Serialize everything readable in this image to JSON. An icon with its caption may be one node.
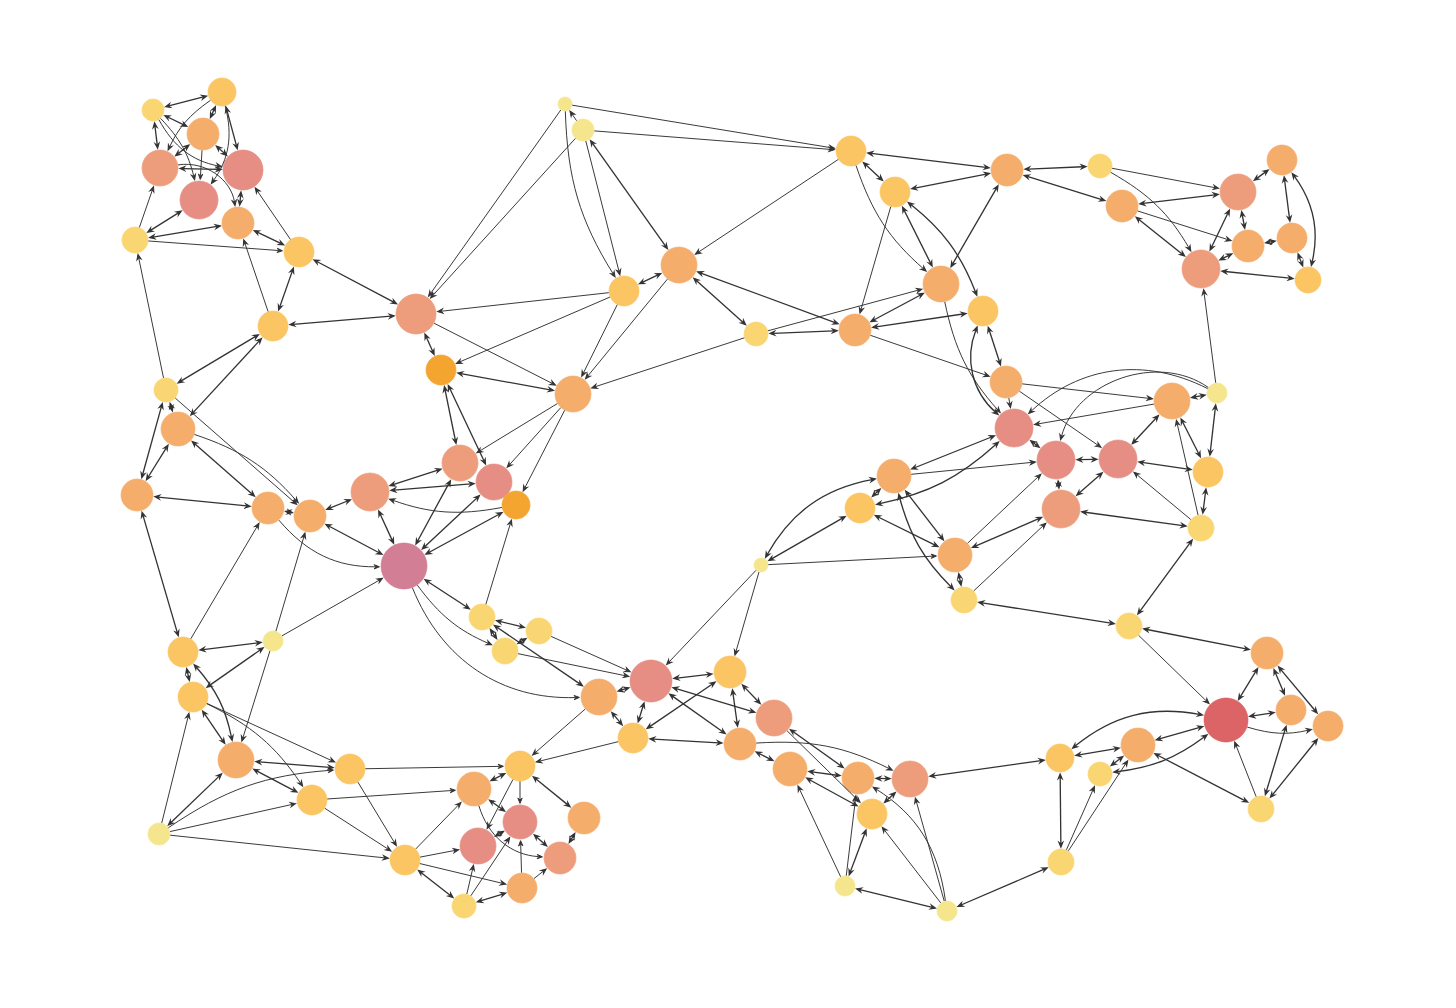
{
  "diagram": {
    "nodes": [
      {
        "text": [],
        "shape": "circle"
      },
      {
        "text": [],
        "shape": "circle"
      },
      {
        "text": [],
        "shape": "circle"
      },
      {
        "text": [],
        "shape": "circle"
      },
      {
        "text": [],
        "shape": "circle"
      },
      {
        "text": [],
        "shape": "circle"
      },
      {
        "text": [],
        "shape": "circle"
      },
      {
        "text": [],
        "shape": "circle"
      },
      {
        "text": [],
        "shape": "circle"
      },
      {
        "text": [],
        "shape": "circle"
      },
      {
        "text": [],
        "shape": "circle"
      },
      {
        "text": [],
        "shape": "circle"
      },
      {
        "text": [],
        "shape": "circle"
      },
      {
        "text": [],
        "shape": "circle"
      },
      {
        "text": [],
        "shape": "circle"
      },
      {
        "text": [],
        "shape": "circle"
      },
      {
        "text": [],
        "shape": "circle"
      },
      {
        "text": [],
        "shape": "circle"
      },
      {
        "text": [],
        "shape": "circle"
      },
      {
        "text": [],
        "shape": "circle"
      },
      {
        "text": [],
        "shape": "circle"
      },
      {
        "text": [],
        "shape": "circle"
      },
      {
        "text": [],
        "shape": "circle"
      },
      {
        "text": [],
        "shape": "circle"
      },
      {
        "text": [],
        "shape": "circle"
      },
      {
        "text": [],
        "shape": "circle"
      },
      {
        "text": [],
        "shape": "circle"
      },
      {
        "text": [],
        "shape": "circle"
      },
      {
        "text": [],
        "shape": "circle"
      },
      {
        "text": [],
        "shape": "circle"
      },
      {
        "text": [],
        "shape": "circle"
      },
      {
        "text": [],
        "shape": "circle"
      },
      {
        "text": [],
        "shape": "circle"
      },
      {
        "text": [],
        "shape": "circle"
      },
      {
        "text": [],
        "shape": "circle"
      },
      {
        "text": [],
        "shape": "circle"
      },
      {
        "text": [],
        "shape": "circle"
      },
      {
        "text": [],
        "shape": "circle"
      },
      {
        "text": [],
        "shape": "circle"
      },
      {
        "text": [],
        "shape": "circle"
      },
      {
        "text": [],
        "shape": "circle"
      },
      {
        "text": [],
        "shape": "circle"
      },
      {
        "text": [],
        "shape": "circle"
      },
      {
        "text": [],
        "shape": "circle"
      },
      {
        "text": [],
        "shape": "circle"
      },
      {
        "text": [],
        "shape": "circle"
      },
      {
        "text": [],
        "shape": "circle"
      },
      {
        "text": [],
        "shape": "circle"
      },
      {
        "text": [],
        "shape": "circle"
      },
      {
        "text": [],
        "shape": "circle"
      },
      {
        "text": [],
        "shape": "circle"
      },
      {
        "text": [],
        "shape": "circle"
      },
      {
        "text": [],
        "shape": "circle"
      },
      {
        "text": [],
        "shape": "circle"
      },
      {
        "text": [],
        "shape": "circle"
      },
      {
        "text": [],
        "shape": "circle"
      },
      {
        "text": [],
        "shape": "circle"
      },
      {
        "text": [],
        "shape": "circle"
      },
      {
        "text": [],
        "shape": "circle"
      },
      {
        "text": [],
        "shape": "circle"
      },
      {
        "text": [],
        "shape": "circle"
      },
      {
        "text": [],
        "shape": "circle"
      },
      {
        "text": [],
        "shape": "circle"
      },
      {
        "text": [],
        "shape": "circle"
      },
      {
        "text": [],
        "shape": "circle"
      },
      {
        "text": [],
        "shape": "circle"
      },
      {
        "text": [],
        "shape": "circle"
      },
      {
        "text": [],
        "shape": "circle"
      },
      {
        "text": [],
        "shape": "circle"
      },
      {
        "text": [],
        "shape": "circle"
      },
      {
        "text": [],
        "shape": "circle"
      },
      {
        "text": [],
        "shape": "circle"
      },
      {
        "text": [],
        "shape": "circle"
      },
      {
        "text": [],
        "shape": "circle"
      },
      {
        "text": [],
        "shape": "circle"
      },
      {
        "text": [],
        "shape": "circle"
      },
      {
        "text": [],
        "shape": "circle"
      },
      {
        "text": [],
        "shape": "circle"
      },
      {
        "text": [],
        "shape": "circle"
      },
      {
        "text": [],
        "shape": "circle"
      },
      {
        "text": [],
        "shape": "circle"
      },
      {
        "text": [],
        "shape": "circle"
      },
      {
        "text": [],
        "shape": "circle"
      },
      {
        "text": [],
        "shape": "circle"
      },
      {
        "text": [],
        "shape": "circle"
      },
      {
        "text": [],
        "shape": "circle"
      },
      {
        "text": [],
        "shape": "circle"
      },
      {
        "text": [],
        "shape": "circle"
      },
      {
        "text": [],
        "shape": "circle"
      },
      {
        "text": [],
        "shape": "circle"
      },
      {
        "text": [],
        "shape": "circle"
      },
      {
        "text": [],
        "shape": "circle"
      },
      {
        "text": [],
        "shape": "circle"
      },
      {
        "text": [],
        "shape": "circle"
      },
      {
        "text": [],
        "shape": "circle"
      },
      {
        "text": [],
        "shape": "circle"
      },
      {
        "text": [],
        "shape": "circle"
      }
    ],
    "edges": [
      {
        "from": 0,
        "to": 1,
        "arrow": "both"
      },
      {
        "from": 0,
        "to": 2,
        "arrow": "both"
      },
      {
        "from": 0,
        "to": 4,
        "arrow": "to"
      },
      {
        "from": 0,
        "to": 5,
        "arrow": "to"
      },
      {
        "from": 0,
        "to": 3,
        "arrow": "both"
      },
      {
        "from": 1,
        "to": 2,
        "arrow": "both"
      },
      {
        "from": 1,
        "to": 4,
        "arrow": "both"
      },
      {
        "from": 1,
        "to": 3,
        "arrow": "to"
      },
      {
        "from": 1,
        "to": 5,
        "arrow": "to"
      },
      {
        "from": 2,
        "to": 3,
        "arrow": "both"
      },
      {
        "from": 2,
        "to": 5,
        "arrow": "to"
      },
      {
        "from": 2,
        "to": 4,
        "arrow": "both"
      },
      {
        "from": 3,
        "to": 4,
        "arrow": "both"
      },
      {
        "from": 3,
        "to": 6,
        "arrow": "to"
      },
      {
        "from": 4,
        "to": 6,
        "arrow": "both"
      },
      {
        "from": 5,
        "to": 7,
        "arrow": "both"
      },
      {
        "from": 7,
        "to": 3,
        "arrow": "to"
      },
      {
        "from": 7,
        "to": 6,
        "arrow": "both"
      },
      {
        "from": 7,
        "to": 8,
        "arrow": "to"
      },
      {
        "from": 6,
        "to": 8,
        "arrow": "both"
      },
      {
        "from": 8,
        "to": 4,
        "arrow": "to"
      },
      {
        "from": 9,
        "to": 6,
        "arrow": "to"
      },
      {
        "from": 8,
        "to": 9,
        "arrow": "both"
      },
      {
        "from": 9,
        "to": 10,
        "arrow": "both"
      },
      {
        "from": 8,
        "to": 10,
        "arrow": "both"
      },
      {
        "from": 12,
        "to": 7,
        "arrow": "to"
      },
      {
        "from": 9,
        "to": 13,
        "arrow": "both"
      },
      {
        "from": 9,
        "to": 12,
        "arrow": "both"
      },
      {
        "from": 22,
        "to": 10,
        "arrow": "to"
      },
      {
        "from": 23,
        "to": 10,
        "arrow": "to"
      },
      {
        "from": 22,
        "to": 27,
        "arrow": "to"
      },
      {
        "from": 23,
        "to": 27,
        "arrow": "to"
      },
      {
        "from": 22,
        "to": 24,
        "arrow": "to"
      },
      {
        "from": 23,
        "to": 24,
        "arrow": "to"
      },
      {
        "from": 23,
        "to": 25,
        "arrow": "both"
      },
      {
        "from": 23,
        "to": 22,
        "arrow": "to"
      },
      {
        "from": 24,
        "to": 10,
        "arrow": "to"
      },
      {
        "from": 24,
        "to": 11,
        "arrow": "to"
      },
      {
        "from": 10,
        "to": 11,
        "arrow": "both"
      },
      {
        "from": 10,
        "to": 26,
        "arrow": "to"
      },
      {
        "from": 11,
        "to": 26,
        "arrow": "both"
      },
      {
        "from": 11,
        "to": 19,
        "arrow": "both"
      },
      {
        "from": 11,
        "to": 18,
        "arrow": "both"
      },
      {
        "from": 24,
        "to": 26,
        "arrow": "to"
      },
      {
        "from": 24,
        "to": 25,
        "arrow": "both"
      },
      {
        "from": 25,
        "to": 40,
        "arrow": "both"
      },
      {
        "from": 25,
        "to": 26,
        "arrow": "to"
      },
      {
        "from": 25,
        "to": 41,
        "arrow": "both"
      },
      {
        "from": 27,
        "to": 25,
        "arrow": "to"
      },
      {
        "from": 27,
        "to": 28,
        "arrow": "both"
      },
      {
        "from": 27,
        "to": 38,
        "arrow": "to"
      },
      {
        "from": 28,
        "to": 29,
        "arrow": "both"
      },
      {
        "from": 29,
        "to": 27,
        "arrow": "both"
      },
      {
        "from": 29,
        "to": 30,
        "arrow": "both"
      },
      {
        "from": 29,
        "to": 31,
        "arrow": "both"
      },
      {
        "from": 28,
        "to": 38,
        "arrow": "both"
      },
      {
        "from": 28,
        "to": 39,
        "arrow": "both"
      },
      {
        "from": 28,
        "to": 41,
        "arrow": "to"
      },
      {
        "from": 29,
        "to": 38,
        "arrow": "both"
      },
      {
        "from": 30,
        "to": 32,
        "arrow": "to"
      },
      {
        "from": 30,
        "to": 37,
        "arrow": "to"
      },
      {
        "from": 31,
        "to": 32,
        "arrow": "both"
      },
      {
        "from": 31,
        "to": 37,
        "arrow": "both"
      },
      {
        "from": 31,
        "to": 34,
        "arrow": "to"
      },
      {
        "from": 32,
        "to": 33,
        "arrow": "both"
      },
      {
        "from": 32,
        "to": 34,
        "arrow": "both"
      },
      {
        "from": 32,
        "to": 37,
        "arrow": "both"
      },
      {
        "from": 33,
        "to": 35,
        "arrow": "both"
      },
      {
        "from": 33,
        "to": 36,
        "arrow": "both"
      },
      {
        "from": 34,
        "to": 35,
        "arrow": "both"
      },
      {
        "from": 34,
        "to": 37,
        "arrow": "both"
      },
      {
        "from": 35,
        "to": 36,
        "arrow": "both"
      },
      {
        "from": 37,
        "to": 36,
        "arrow": "both"
      },
      {
        "from": 47,
        "to": 37,
        "arrow": "to"
      },
      {
        "from": 38,
        "to": 41,
        "arrow": "both"
      },
      {
        "from": 39,
        "to": 41,
        "arrow": "both"
      },
      {
        "from": 40,
        "to": 41,
        "arrow": "both"
      },
      {
        "from": 40,
        "to": 38,
        "arrow": "to"
      },
      {
        "from": 41,
        "to": 42,
        "arrow": "to"
      },
      {
        "from": 39,
        "to": 42,
        "arrow": "both"
      },
      {
        "from": 40,
        "to": 26,
        "arrow": "to"
      },
      {
        "from": 38,
        "to": 43,
        "arrow": "to"
      },
      {
        "from": 26,
        "to": 19,
        "arrow": "to"
      },
      {
        "from": 26,
        "to": 18,
        "arrow": "to"
      },
      {
        "from": 26,
        "to": 20,
        "arrow": "to"
      },
      {
        "from": 18,
        "to": 17,
        "arrow": "both"
      },
      {
        "from": 19,
        "to": 17,
        "arrow": "both"
      },
      {
        "from": 20,
        "to": 17,
        "arrow": "to"
      },
      {
        "from": 18,
        "to": 21,
        "arrow": "both"
      },
      {
        "from": 19,
        "to": 21,
        "arrow": "both"
      },
      {
        "from": 20,
        "to": 21,
        "arrow": "both"
      },
      {
        "from": 17,
        "to": 21,
        "arrow": "both"
      },
      {
        "from": 16,
        "to": 21,
        "arrow": "both"
      },
      {
        "from": 15,
        "to": 21,
        "arrow": "to"
      },
      {
        "from": 15,
        "to": 16,
        "arrow": "both"
      },
      {
        "from": 17,
        "to": 16,
        "arrow": "both"
      },
      {
        "from": 13,
        "to": 15,
        "arrow": "both"
      },
      {
        "from": 13,
        "to": 16,
        "arrow": "to"
      },
      {
        "from": 12,
        "to": 16,
        "arrow": "to"
      },
      {
        "from": 14,
        "to": 15,
        "arrow": "both"
      },
      {
        "from": 14,
        "to": 13,
        "arrow": "both"
      },
      {
        "from": 12,
        "to": 13,
        "arrow": "both"
      },
      {
        "from": 12,
        "to": 14,
        "arrow": "both"
      },
      {
        "from": 14,
        "to": 94,
        "arrow": "both"
      },
      {
        "from": 94,
        "to": 15,
        "arrow": "to"
      },
      {
        "from": 96,
        "to": 16,
        "arrow": "to"
      },
      {
        "from": 96,
        "to": 21,
        "arrow": "to"
      },
      {
        "from": 96,
        "to": 94,
        "arrow": "both"
      },
      {
        "from": 96,
        "to": 95,
        "arrow": "both"
      },
      {
        "from": 94,
        "to": 95,
        "arrow": "both"
      },
      {
        "from": 95,
        "to": 92,
        "arrow": "both"
      },
      {
        "from": 94,
        "to": 92,
        "arrow": "both"
      },
      {
        "from": 95,
        "to": 90,
        "arrow": "to"
      },
      {
        "from": 95,
        "to": 91,
        "arrow": "to"
      },
      {
        "from": 96,
        "to": 92,
        "arrow": "to"
      },
      {
        "from": 93,
        "to": 95,
        "arrow": "to"
      },
      {
        "from": 93,
        "to": 92,
        "arrow": "both"
      },
      {
        "from": 93,
        "to": 91,
        "arrow": "to"
      },
      {
        "from": 93,
        "to": 90,
        "arrow": "to"
      },
      {
        "from": 93,
        "to": 89,
        "arrow": "to"
      },
      {
        "from": 92,
        "to": 91,
        "arrow": "both"
      },
      {
        "from": 92,
        "to": 90,
        "arrow": "both"
      },
      {
        "from": 90,
        "to": 81,
        "arrow": "to"
      },
      {
        "from": 91,
        "to": 82,
        "arrow": "to"
      },
      {
        "from": 90,
        "to": 89,
        "arrow": "to"
      },
      {
        "from": 91,
        "to": 89,
        "arrow": "to"
      },
      {
        "from": 89,
        "to": 82,
        "arrow": "to"
      },
      {
        "from": 89,
        "to": 83,
        "arrow": "to"
      },
      {
        "from": 89,
        "to": 87,
        "arrow": "to"
      },
      {
        "from": 89,
        "to": 88,
        "arrow": "both"
      },
      {
        "from": 88,
        "to": 87,
        "arrow": "both"
      },
      {
        "from": 88,
        "to": 83,
        "arrow": "to"
      },
      {
        "from": 88,
        "to": 84,
        "arrow": "to"
      },
      {
        "from": 81,
        "to": 83,
        "arrow": "to"
      },
      {
        "from": 81,
        "to": 84,
        "arrow": "to"
      },
      {
        "from": 81,
        "to": 86,
        "arrow": "both"
      },
      {
        "from": 81,
        "to": 82,
        "arrow": "both"
      },
      {
        "from": 82,
        "to": 85,
        "arrow": "to"
      },
      {
        "from": 82,
        "to": 84,
        "arrow": "both"
      },
      {
        "from": 83,
        "to": 84,
        "arrow": "both"
      },
      {
        "from": 84,
        "to": 85,
        "arrow": "both"
      },
      {
        "from": 85,
        "to": 86,
        "arrow": "both"
      },
      {
        "from": 87,
        "to": 84,
        "arrow": "to"
      },
      {
        "from": 87,
        "to": 85,
        "arrow": "to"
      },
      {
        "from": 76,
        "to": 81,
        "arrow": "to"
      },
      {
        "from": 77,
        "to": 81,
        "arrow": "to"
      },
      {
        "from": 79,
        "to": 20,
        "arrow": "to"
      },
      {
        "from": 21,
        "to": 79,
        "arrow": "both"
      },
      {
        "from": 21,
        "to": 80,
        "arrow": "to"
      },
      {
        "from": 21,
        "to": 76,
        "arrow": "to"
      },
      {
        "from": 79,
        "to": 78,
        "arrow": "both"
      },
      {
        "from": 79,
        "to": 80,
        "arrow": "both"
      },
      {
        "from": 80,
        "to": 78,
        "arrow": "both"
      },
      {
        "from": 79,
        "to": 76,
        "arrow": "both"
      },
      {
        "from": 80,
        "to": 75,
        "arrow": "to"
      },
      {
        "from": 78,
        "to": 75,
        "arrow": "to"
      },
      {
        "from": 76,
        "to": 75,
        "arrow": "both"
      },
      {
        "from": 75,
        "to": 74,
        "arrow": "both"
      },
      {
        "from": 76,
        "to": 77,
        "arrow": "both"
      },
      {
        "from": 75,
        "to": 77,
        "arrow": "both"
      },
      {
        "from": 74,
        "to": 77,
        "arrow": "both"
      },
      {
        "from": 74,
        "to": 72,
        "arrow": "both"
      },
      {
        "from": 74,
        "to": 73,
        "arrow": "both"
      },
      {
        "from": 75,
        "to": 72,
        "arrow": "both"
      },
      {
        "from": 75,
        "to": 73,
        "arrow": "both"
      },
      {
        "from": 77,
        "to": 73,
        "arrow": "both"
      },
      {
        "from": 55,
        "to": 75,
        "arrow": "to"
      },
      {
        "from": 55,
        "to": 74,
        "arrow": "to"
      },
      {
        "from": 55,
        "to": 51,
        "arrow": "both"
      },
      {
        "from": 55,
        "to": 52,
        "arrow": "both"
      },
      {
        "from": 55,
        "to": 53,
        "arrow": "to"
      },
      {
        "from": 73,
        "to": 71,
        "arrow": "both"
      },
      {
        "from": 72,
        "to": 69,
        "arrow": "both"
      },
      {
        "from": 73,
        "to": 68,
        "arrow": "to"
      },
      {
        "from": 71,
        "to": 69,
        "arrow": "both"
      },
      {
        "from": 71,
        "to": 70,
        "arrow": "both"
      },
      {
        "from": 72,
        "to": 70,
        "arrow": "to"
      },
      {
        "from": 69,
        "to": 68,
        "arrow": "both"
      },
      {
        "from": 70,
        "to": 68,
        "arrow": "both"
      },
      {
        "from": 67,
        "to": 71,
        "arrow": "to"
      },
      {
        "from": 67,
        "to": 69,
        "arrow": "to"
      },
      {
        "from": 67,
        "to": 70,
        "arrow": "both"
      },
      {
        "from": 67,
        "to": 66,
        "arrow": "both"
      },
      {
        "from": 66,
        "to": 70,
        "arrow": "to"
      },
      {
        "from": 66,
        "to": 68,
        "arrow": "to"
      },
      {
        "from": 66,
        "to": 69,
        "arrow": "to"
      },
      {
        "from": 65,
        "to": 66,
        "arrow": "both"
      },
      {
        "from": 65,
        "to": 63,
        "arrow": "both"
      },
      {
        "from": 65,
        "to": 64,
        "arrow": "to"
      },
      {
        "from": 65,
        "to": 62,
        "arrow": "to"
      },
      {
        "from": 68,
        "to": 63,
        "arrow": "both"
      },
      {
        "from": 63,
        "to": 62,
        "arrow": "both"
      },
      {
        "from": 64,
        "to": 62,
        "arrow": "both"
      },
      {
        "from": 64,
        "to": 58,
        "arrow": "both"
      },
      {
        "from": 62,
        "to": 58,
        "arrow": "both"
      },
      {
        "from": 63,
        "to": 58,
        "arrow": "both"
      },
      {
        "from": 62,
        "to": 61,
        "arrow": "both"
      },
      {
        "from": 61,
        "to": 58,
        "arrow": "to"
      },
      {
        "from": 61,
        "to": 59,
        "arrow": "both"
      },
      {
        "from": 61,
        "to": 60,
        "arrow": "both"
      },
      {
        "from": 58,
        "to": 57,
        "arrow": "both"
      },
      {
        "from": 58,
        "to": 59,
        "arrow": "both"
      },
      {
        "from": 58,
        "to": 60,
        "arrow": "to"
      },
      {
        "from": 57,
        "to": 59,
        "arrow": "both"
      },
      {
        "from": 57,
        "to": 60,
        "arrow": "both"
      },
      {
        "from": 56,
        "to": 57,
        "arrow": "both"
      },
      {
        "from": 56,
        "to": 58,
        "arrow": "to"
      },
      {
        "from": 49,
        "to": 56,
        "arrow": "both"
      },
      {
        "from": 54,
        "to": 56,
        "arrow": "both"
      },
      {
        "from": 53,
        "to": 54,
        "arrow": "both"
      },
      {
        "from": 51,
        "to": 54,
        "arrow": "both"
      },
      {
        "from": 51,
        "to": 53,
        "arrow": "both"
      },
      {
        "from": 52,
        "to": 53,
        "arrow": "both"
      },
      {
        "from": 52,
        "to": 51,
        "arrow": "both"
      },
      {
        "from": 52,
        "to": 43,
        "arrow": "both"
      },
      {
        "from": 51,
        "to": 43,
        "arrow": "both"
      },
      {
        "from": 51,
        "to": 44,
        "arrow": "to"
      },
      {
        "from": 54,
        "to": 50,
        "arrow": "to"
      },
      {
        "from": 53,
        "to": 50,
        "arrow": "both"
      },
      {
        "from": 53,
        "to": 44,
        "arrow": "to"
      },
      {
        "from": 50,
        "to": 44,
        "arrow": "both"
      },
      {
        "from": 50,
        "to": 45,
        "arrow": "both"
      },
      {
        "from": 49,
        "to": 50,
        "arrow": "both"
      },
      {
        "from": 49,
        "to": 48,
        "arrow": "both"
      },
      {
        "from": 49,
        "to": 45,
        "arrow": "to"
      },
      {
        "from": 49,
        "to": 46,
        "arrow": "to"
      },
      {
        "from": 48,
        "to": 45,
        "arrow": "both"
      },
      {
        "from": 48,
        "to": 46,
        "arrow": "both"
      },
      {
        "from": 48,
        "to": 47,
        "arrow": "both"
      },
      {
        "from": 47,
        "to": 46,
        "arrow": "both"
      },
      {
        "from": 47,
        "to": 43,
        "arrow": "to"
      },
      {
        "from": 47,
        "to": 44,
        "arrow": "to"
      },
      {
        "from": 46,
        "to": 43,
        "arrow": "to"
      },
      {
        "from": 46,
        "to": 45,
        "arrow": "both"
      },
      {
        "from": 45,
        "to": 44,
        "arrow": "both"
      },
      {
        "from": 44,
        "to": 43,
        "arrow": "both"
      },
      {
        "from": 42,
        "to": 43,
        "arrow": "to"
      },
      {
        "from": 42,
        "to": 46,
        "arrow": "to"
      },
      {
        "from": 42,
        "to": 45,
        "arrow": "to"
      },
      {
        "from": 39,
        "to": 43,
        "arrow": "both"
      }
    ]
  }
}
